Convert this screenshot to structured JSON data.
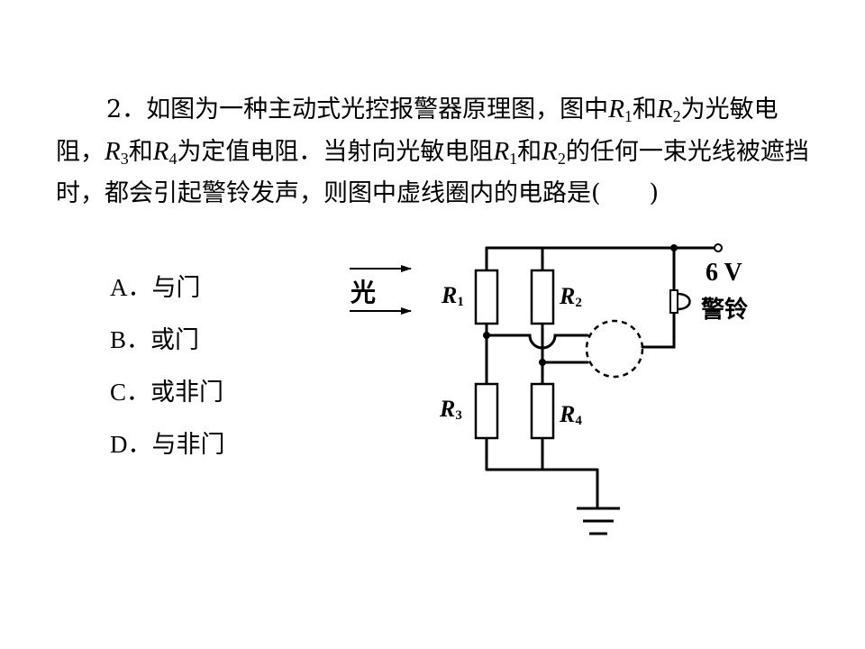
{
  "question": {
    "number": "2．",
    "seg1": "如图为一种主动式光控报警器原理图，图中",
    "r1_sym": "R",
    "r1_sub": "1",
    "seg2": "和",
    "r2_sym": "R",
    "r2_sub": "2",
    "seg3": "为光敏电阻，",
    "r3_sym": "R",
    "r3_sub": "3",
    "seg4": "和",
    "r4_sym": "R",
    "r4_sub": "4",
    "seg5": "为定值电阻．当射向光敏电阻",
    "r1b_sym": "R",
    "r1b_sub": "1",
    "seg6": "和",
    "r2b_sym": "R",
    "r2b_sub": "2",
    "seg7": "的任何一束光线被遮挡时，都会引起警铃发声，则图中虚线圈内的电路是(　　)"
  },
  "options": [
    {
      "letter": "A．",
      "text": "与门"
    },
    {
      "letter": "B．",
      "text": "或门"
    },
    {
      "letter": "C．",
      "text": "或非门"
    },
    {
      "letter": "D．",
      "text": "与非门"
    }
  ],
  "figure": {
    "light_label": "光",
    "r1_sym": "R",
    "r1_sub": "1",
    "r2_sym": "R",
    "r2_sub": "2",
    "r3_sym": "R",
    "r3_sub": "3",
    "r4_sym": "R",
    "r4_sub": "4",
    "voltage_label": "6 V",
    "bell_label": "警铃"
  }
}
